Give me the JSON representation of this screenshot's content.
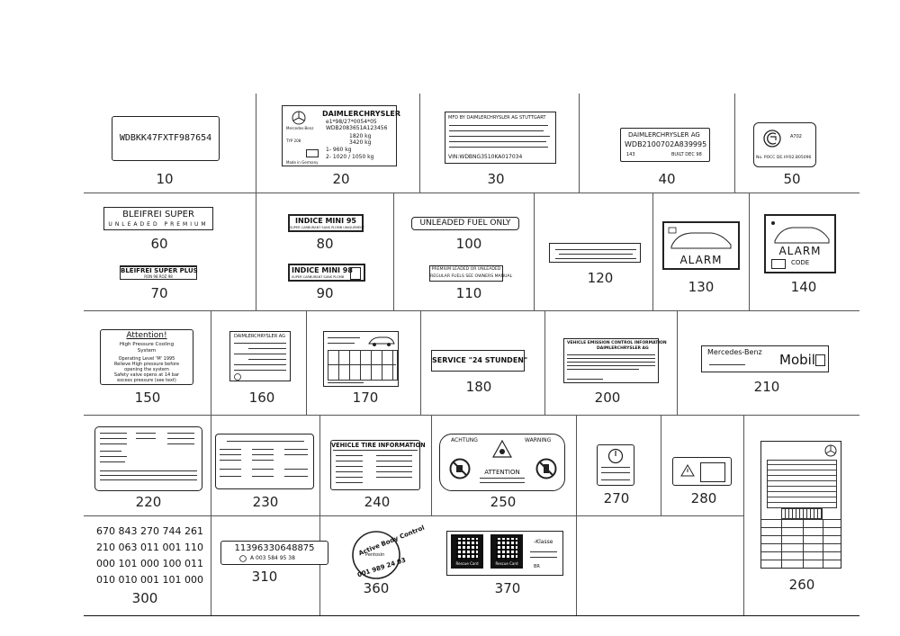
{
  "numbers": {
    "n10": "10",
    "n20": "20",
    "n30": "30",
    "n40": "40",
    "n50": "50",
    "n60": "60",
    "n70": "70",
    "n80": "80",
    "n90": "90",
    "n100": "100",
    "n110": "110",
    "n120": "120",
    "n130": "130",
    "n140": "140",
    "n150": "150",
    "n160": "160",
    "n170": "170",
    "n180": "180",
    "n200": "200",
    "n210": "210",
    "n220": "220",
    "n230": "230",
    "n240": "240",
    "n250": "250",
    "n270": "270",
    "n280": "280",
    "n260": "260",
    "n300": "300",
    "n310": "310",
    "n360": "360",
    "n370": "370"
  },
  "labels": {
    "l10_vin": "WDBKK47FXTF987654",
    "l20_brand": "Mercedes-Benz",
    "l20_maker": "DAIMLERCHRYSLER",
    "l20_approval": "e1*98/27*0054*05",
    "l20_vin": "WDB2083651A123456",
    "l20_w1": "1820 kg",
    "l20_w2": "3420 kg",
    "l20_w3": "1-  960 kg",
    "l20_w4": "2-  1020 / 1050 kg",
    "l20_made": "Made in Germany",
    "l20_typ": "TYP 208",
    "l30_line1": "MFD BY DAIMLERCHRYSLER AG STUTTGART",
    "l30_vin": "VIN:WDBNG3510KA017034",
    "l40_maker": "DAIMLERCHRYSLER AG",
    "l40_vin": "WDB2100702A839995",
    "l40_code": "143",
    "l40_built": "BUILT DEC 98",
    "l50_code": "A702",
    "l50_no": "No. POCC DE.HY02.B05096",
    "l60_text": "BLEIFREI SUPER",
    "l60_sub": "UNLEADED PREMIUM",
    "l70_text": "BLEIFREI SUPER PLUS",
    "l70_sub": "RON 98 ROZ 98",
    "l80_text": "INDICE MINI 95",
    "l80_sub": "SUPER CARBURANT SANS PLOMB UNIQUEMENT",
    "l90_text": "INDICE MINI 98",
    "l90_sub": "SUPER CARBURANT SANS PLOMB",
    "l100_text": "UNLEADED FUEL ONLY",
    "l110_text": "PREMIUM LEADED OR UNLEADED",
    "l110_sub": "REGULAR FUELS SEE OWNERS MANUAL",
    "l130_text": "ALARM",
    "l140_text": "ALARM",
    "l140_code": "CODE",
    "l150_title": "Attention!",
    "l150_l1": "High Pressure Cooling",
    "l150_l2": "System",
    "l150_l3": "Operating Level 'M' 1995",
    "l150_l4": "Relieve High pressure before",
    "l150_l5": "opening the system",
    "l150_l6": "Safety valve opens at 14 bar",
    "l150_l7": "excess pressure (see text)",
    "l160_title": "DAIMLERCHRYSLER AG",
    "l180_text": "SERVICE \"24 STUNDEN\"",
    "l200_title": "VEHICLE EMISSION CONTROL INFORMATION",
    "l200_sub": "DAIMLERCHRYSLER AG",
    "l210_brand": "Mercedes-Benz",
    "l210_mobil": "Mobil",
    "l240_title": "VEHICLE TIRE INFORMATION",
    "l250_left": "ACHTUNG",
    "l250_right": "WARNING",
    "l250_bottom": "ATTENTION",
    "l300_r1": "670 843 270 744 261",
    "l300_r2": "210 063 011 001 110",
    "l300_r3": "000 101 000 100 011",
    "l300_r4": "010 010 001 101 000",
    "l310_code": "11396330648875",
    "l310_part": "A 003 584 95 38",
    "l360_top": "Active Body Control",
    "l360_mid": "Pentosin",
    "l360_bottom": "001 989 24 03",
    "l370_cap1": "Rescue Card",
    "l370_cap2": "Rescue Card",
    "l370_class": "-Klasse",
    "l370_br": "BR"
  }
}
